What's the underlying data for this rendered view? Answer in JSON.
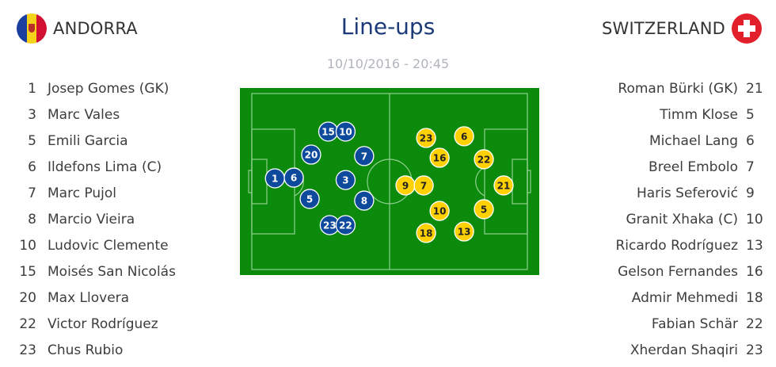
{
  "title": "Line-ups",
  "datetime": "10/10/2016 - 20:45",
  "home": {
    "name": "ANDORRA",
    "flag_icon": "andorra-flag-icon",
    "color": "#0e4a9c",
    "text_color": "#ffffff",
    "players": [
      {
        "number": "1",
        "name": "Josep Gomes (GK)"
      },
      {
        "number": "3",
        "name": "Marc Vales"
      },
      {
        "number": "5",
        "name": "Emili Garcia"
      },
      {
        "number": "6",
        "name": "Ildefons Lima (C)"
      },
      {
        "number": "7",
        "name": "Marc Pujol"
      },
      {
        "number": "8",
        "name": "Marcio Vieira"
      },
      {
        "number": "10",
        "name": "Ludovic Clemente"
      },
      {
        "number": "15",
        "name": "Moisés San Nicolás"
      },
      {
        "number": "20",
        "name": "Max Llovera"
      },
      {
        "number": "22",
        "name": "Victor Rodríguez"
      },
      {
        "number": "23",
        "name": "Chus Rubio"
      }
    ],
    "markers": [
      {
        "number": "1",
        "x": 0.117,
        "y": 0.483
      },
      {
        "number": "6",
        "x": 0.18,
        "y": 0.479
      },
      {
        "number": "15",
        "x": 0.295,
        "y": 0.233
      },
      {
        "number": "10",
        "x": 0.353,
        "y": 0.233
      },
      {
        "number": "20",
        "x": 0.238,
        "y": 0.356
      },
      {
        "number": "7",
        "x": 0.415,
        "y": 0.364
      },
      {
        "number": "3",
        "x": 0.353,
        "y": 0.492
      },
      {
        "number": "5",
        "x": 0.233,
        "y": 0.593
      },
      {
        "number": "8",
        "x": 0.415,
        "y": 0.602
      },
      {
        "number": "23",
        "x": 0.3,
        "y": 0.733
      },
      {
        "number": "22",
        "x": 0.353,
        "y": 0.733
      }
    ]
  },
  "away": {
    "name": "SWITZERLAND",
    "flag_icon": "switzerland-flag-icon",
    "color": "#ffd100",
    "text_color": "#222222",
    "players": [
      {
        "number": "21",
        "name": "Roman Bürki (GK)"
      },
      {
        "number": "5",
        "name": "Timm Klose"
      },
      {
        "number": "6",
        "name": "Michael Lang"
      },
      {
        "number": "7",
        "name": "Breel Embolo"
      },
      {
        "number": "9",
        "name": "Haris Seferović"
      },
      {
        "number": "10",
        "name": "Granit Xhaka (C)"
      },
      {
        "number": "13",
        "name": "Ricardo Rodríguez"
      },
      {
        "number": "16",
        "name": "Gelson Fernandes"
      },
      {
        "number": "18",
        "name": "Admir Mehmedi"
      },
      {
        "number": "22",
        "name": "Fabian Schär"
      },
      {
        "number": "23",
        "name": "Xherdan Shaqiri"
      }
    ],
    "markers": [
      {
        "number": "23",
        "x": 0.622,
        "y": 0.267
      },
      {
        "number": "6",
        "x": 0.749,
        "y": 0.258
      },
      {
        "number": "16",
        "x": 0.667,
        "y": 0.373
      },
      {
        "number": "22",
        "x": 0.815,
        "y": 0.381
      },
      {
        "number": "21",
        "x": 0.881,
        "y": 0.521
      },
      {
        "number": "9",
        "x": 0.553,
        "y": 0.521
      },
      {
        "number": "7",
        "x": 0.614,
        "y": 0.521
      },
      {
        "number": "10",
        "x": 0.667,
        "y": 0.657
      },
      {
        "number": "5",
        "x": 0.815,
        "y": 0.648
      },
      {
        "number": "18",
        "x": 0.622,
        "y": 0.775
      },
      {
        "number": "13",
        "x": 0.749,
        "y": 0.767
      }
    ]
  },
  "pitch": {
    "color": "#0c8a0c",
    "line_color": "#8fcf8f"
  }
}
